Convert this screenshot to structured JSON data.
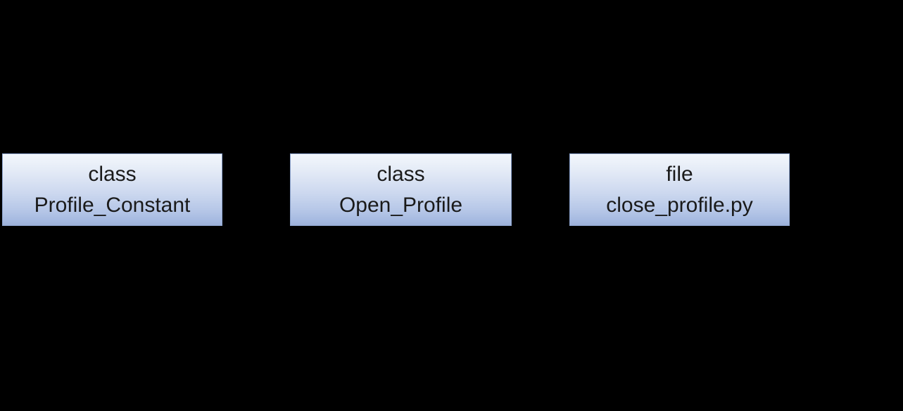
{
  "canvas": {
    "background_color": "#000000"
  },
  "style": {
    "node_gradient_top": "#f3f7fc",
    "node_gradient_bottom": "#9db1da",
    "node_border_color": "#8ea5cf",
    "node_text_color": "#1a1a1a"
  },
  "nodes": [
    {
      "type_label": "class",
      "name_label": "Profile_Constant"
    },
    {
      "type_label": "class",
      "name_label": "Open_Profile"
    },
    {
      "type_label": "file",
      "name_label": "close_profile.py"
    }
  ]
}
